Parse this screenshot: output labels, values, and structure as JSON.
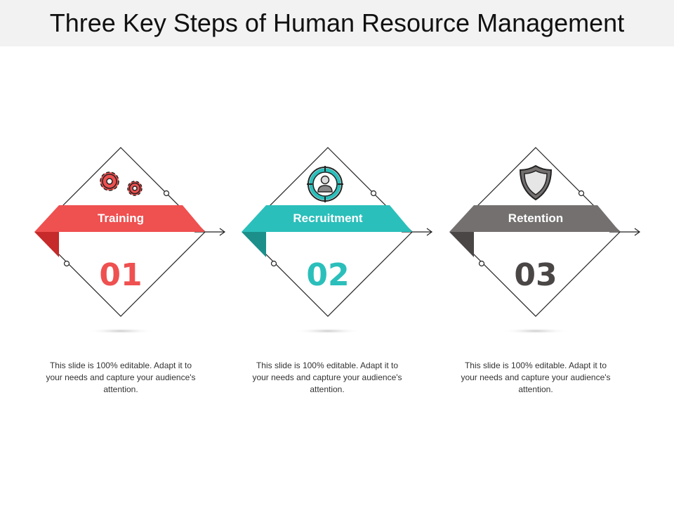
{
  "title": "Three Key Steps of Human Resource Management",
  "steps": [
    {
      "label": "Training",
      "number": "01",
      "color": "#ef5050",
      "dark_color": "#c62a2a",
      "icon": "gears-icon",
      "description": "This slide is 100% editable. Adapt it to your needs and capture your audience's attention."
    },
    {
      "label": "Recruitment",
      "number": "02",
      "color": "#2bbfbb",
      "dark_color": "#1c8f8b",
      "icon": "target-person-icon",
      "description": "This slide is 100% editable. Adapt it to your needs and capture your audience's attention."
    },
    {
      "label": "Retention",
      "number": "03",
      "color": "#747070",
      "dark_color": "#4a4646",
      "icon": "shield-icon",
      "description": "This slide is 100% editable. Adapt it to your needs and capture your audience's attention."
    }
  ]
}
